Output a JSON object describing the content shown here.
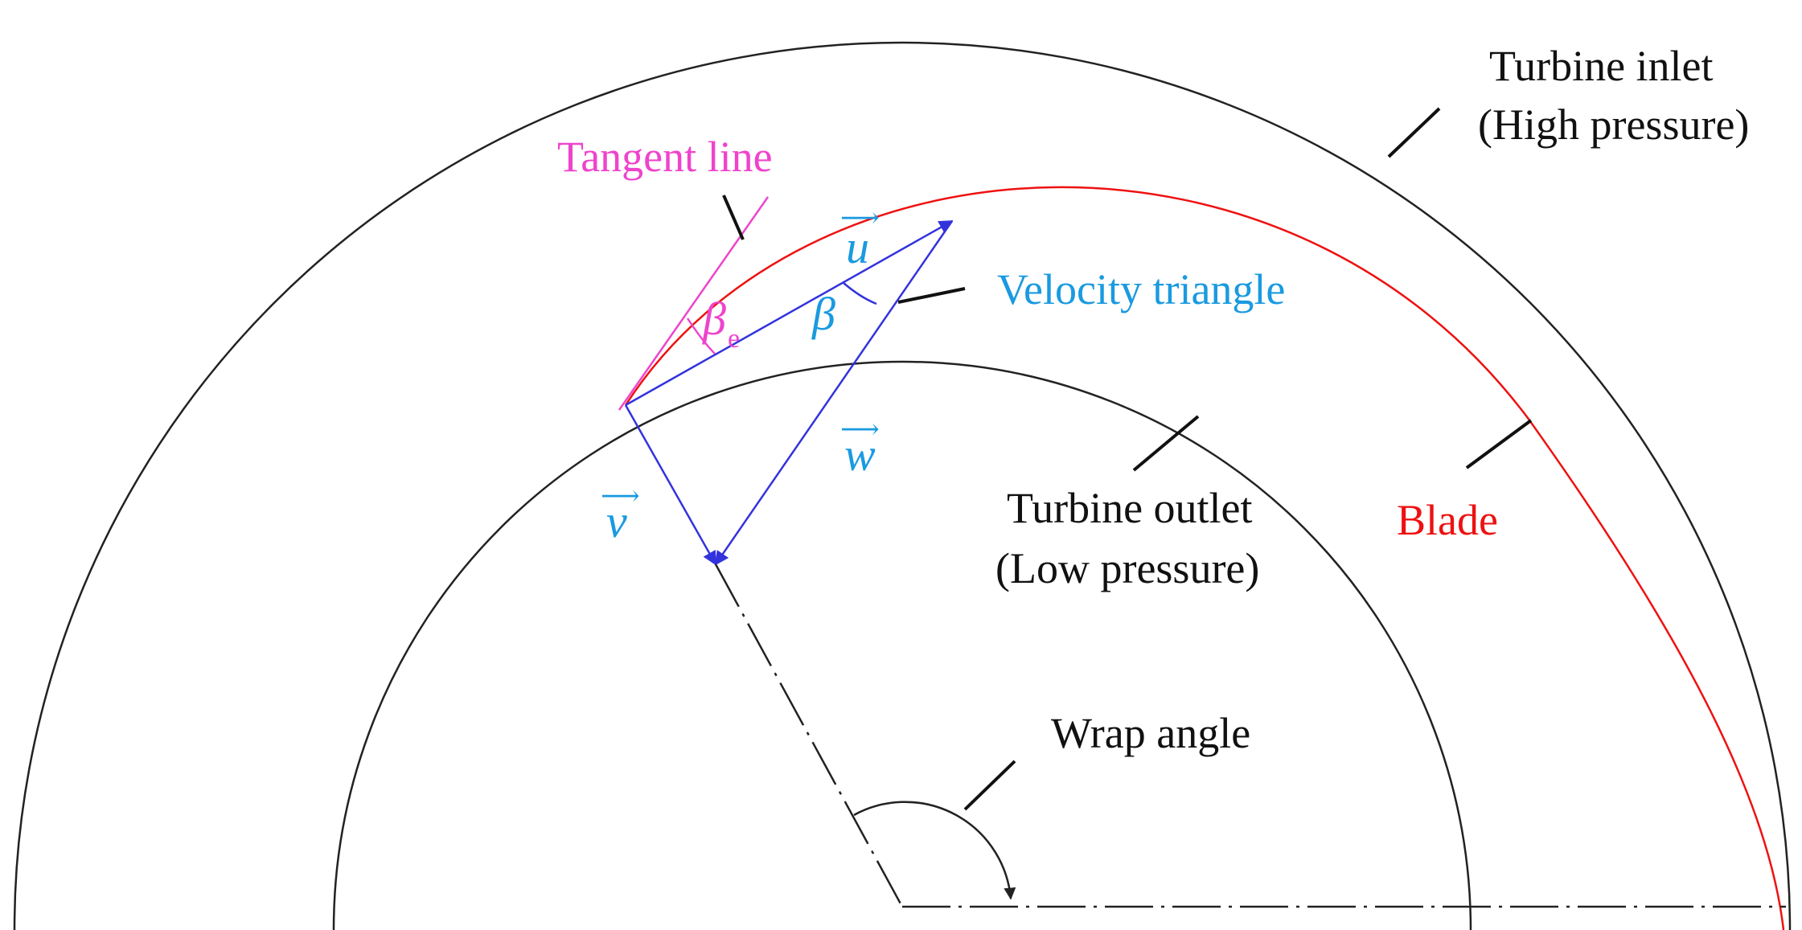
{
  "labels": {
    "turbine_inlet_line1": "Turbine inlet",
    "turbine_inlet_line2": "(High pressure)",
    "turbine_outlet_line1": "Turbine outlet",
    "turbine_outlet_line2": "(Low pressure)",
    "blade": "Blade",
    "tangent_line": "Tangent line",
    "velocity_triangle": "Velocity triangle",
    "wrap_angle": "Wrap angle"
  },
  "symbols": {
    "u": "u",
    "v": "v",
    "w": "w",
    "beta": "β",
    "beta_e_main": "β",
    "beta_e_sub": "e",
    "arrow_glyph": "⟶"
  },
  "colors": {
    "outline": "#222222",
    "blade": "#ee1111",
    "tangent": "#ee44cc",
    "triangle": "#3333dd",
    "velocity_text": "#1a9ae0",
    "label": "#111111"
  }
}
